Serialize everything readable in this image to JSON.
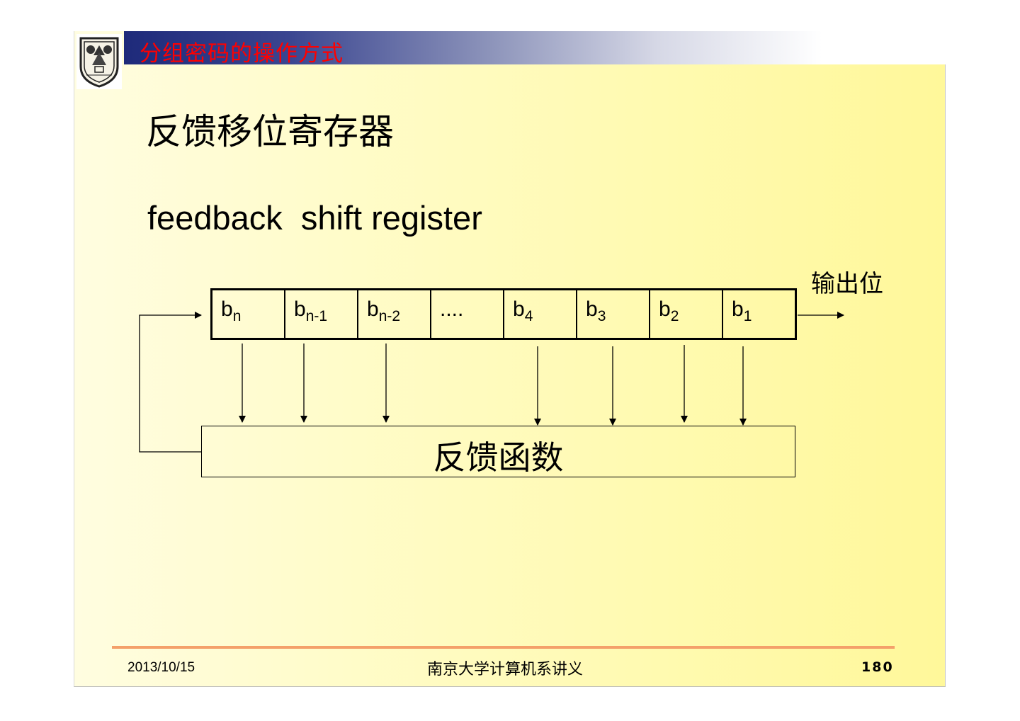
{
  "header": {
    "title": "分组密码的操作方式"
  },
  "slide": {
    "title": "反馈移位寄存器",
    "subtitle": "feedback  shift register"
  },
  "diagram": {
    "cells": [
      {
        "base": "b",
        "sub": "n"
      },
      {
        "base": "b",
        "sub": "n-1"
      },
      {
        "base": "b",
        "sub": "n-2"
      },
      {
        "base": "....",
        "sub": ""
      },
      {
        "base": "b",
        "sub": "4"
      },
      {
        "base": "b",
        "sub": "3"
      },
      {
        "base": "b",
        "sub": "2"
      },
      {
        "base": "b",
        "sub": "1"
      }
    ],
    "output_label": "输出位",
    "function_label": "反馈函数"
  },
  "footer": {
    "date": "2013/10/15",
    "center": "南京大学计算机系讲义",
    "page": "180"
  },
  "colors": {
    "header_title": "#ff0000",
    "footer_line": "#f4a06a",
    "header_bar_start": "#1e2a7a"
  }
}
